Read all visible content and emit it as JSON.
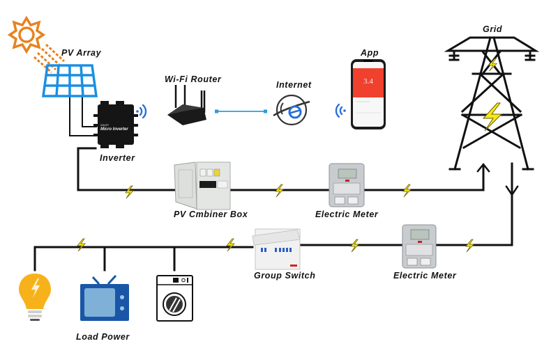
{
  "diagram": {
    "type": "solar micro-inverter grid-tied system",
    "labels": {
      "pv_array": "PV Array",
      "inverter": "Inverter",
      "wifi_router": "Wi-Fi Router",
      "internet": "Internet",
      "app": "App",
      "grid": "Grid",
      "pv_combiner_box": "PV Cmbiner Box",
      "electric_meter_top": "Electric Meter",
      "group_switch": "Group Switch",
      "electric_meter_bottom": "Electric Meter",
      "load_power": "Load Power"
    },
    "app_screen": {
      "reading": "3.4"
    },
    "inverter_device": {
      "brand_text": "SMART",
      "model_text": "Micro Inverter"
    },
    "colors": {
      "sun": "#e8821e",
      "solar_panel": "#1a8fe3",
      "wifi_signal": "#2a6fd6",
      "link_line": "#2a9be0",
      "lightning": "#f5e81a",
      "app_header": "#f0402e",
      "bulb": "#f7b21b",
      "tv": "#1a56a8",
      "tv_screen": "#7fb0d8",
      "wire": "#111111"
    },
    "flow": [
      {
        "from": "PV Array",
        "to": "Inverter"
      },
      {
        "from": "Inverter",
        "to": "Wi-Fi Router",
        "medium": "wifi"
      },
      {
        "from": "Wi-Fi Router",
        "to": "Internet"
      },
      {
        "from": "Internet",
        "to": "App",
        "medium": "wifi"
      },
      {
        "from": "Inverter",
        "to": "PV Cmbiner Box"
      },
      {
        "from": "PV Cmbiner Box",
        "to": "Electric Meter"
      },
      {
        "from": "Electric Meter",
        "to": "Grid"
      },
      {
        "from": "Grid",
        "to": "Electric Meter"
      },
      {
        "from": "Electric Meter",
        "to": "Group Switch"
      },
      {
        "from": "Group Switch",
        "to": "Load Power"
      }
    ],
    "loads": [
      "light-bulb",
      "television",
      "washing-machine"
    ]
  }
}
